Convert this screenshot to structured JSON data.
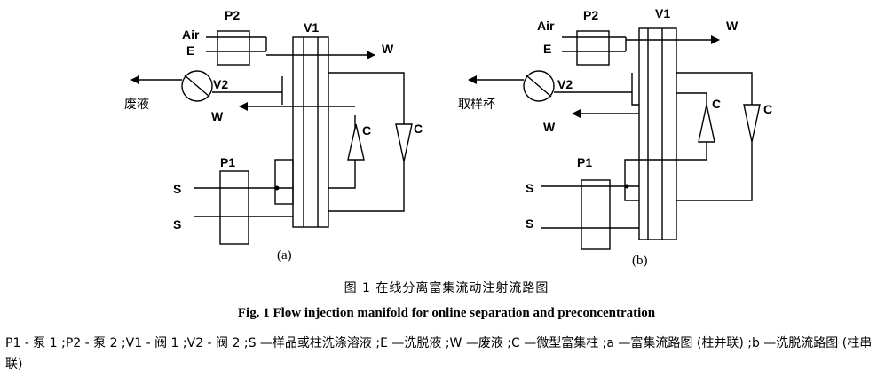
{
  "diagram_a": {
    "labels": {
      "p2": "P2",
      "v1": "V1",
      "air": "Air",
      "e": "E",
      "w_top": "W",
      "waste": "废液",
      "v2": "V2",
      "w_mid": "W",
      "c_left": "C",
      "c_right": "C",
      "p1": "P1",
      "s1": "S",
      "s2": "S"
    },
    "sublabel": "(a)"
  },
  "diagram_b": {
    "labels": {
      "p2": "P2",
      "v1": "V1",
      "air": "Air",
      "e": "E",
      "w_top": "W",
      "cup": "取样杯",
      "v2": "V2",
      "w_mid": "W",
      "c_left": "C",
      "c_right": "C",
      "p1": "P1",
      "s1": "S",
      "s2": "S"
    },
    "sublabel": "(b)"
  },
  "caption": {
    "cn": "图 1    在线分离富集流动注射流路图",
    "en": "Fig. 1    Flow injection manifold for online separation and preconcentration"
  },
  "legend": "P1 - 泵 1 ;P2 - 泵 2 ;V1 - 阀 1 ;V2 - 阀 2 ;S —样品或柱洗涤溶液 ;E —洗脱液 ;W —废液 ;C —微型富集柱 ;a —富集流路图 (柱并联) ;b —洗脱流路图 (柱串联)"
}
